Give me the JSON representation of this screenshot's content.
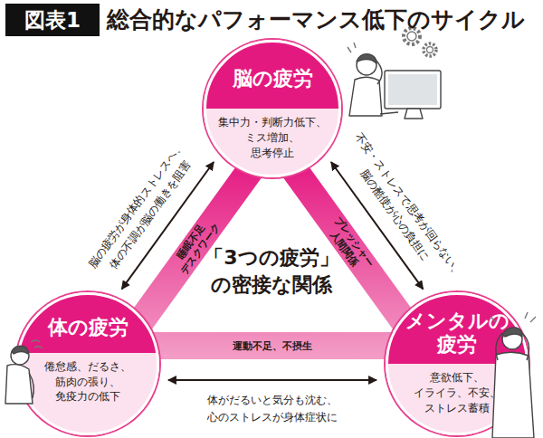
{
  "diagram": {
    "title": "総合的なパフォーマンス低下のサイクル",
    "nodes": [
      {
        "text": [
          "脳の疲労",
          "集中力・判断力低下、 ミス増加、 思考停止"
        ]
      },
      {
        "text": [
          "体の疲労",
          "倦怠感、だるさ、 筋肉の張り、 免疫力の低下"
        ]
      },
      {
        "text": [
          "メンタルの 疲労",
          "意欲低下、 イライラ、不安、 ストレス蓄積"
        ]
      }
    ],
    "edges": [
      {
        "from": 0,
        "to": 1,
        "arrow": "none",
        "label": "睡眠不足 デスクワーク"
      },
      {
        "from": 0,
        "to": 1,
        "arrow": "both",
        "label": "脳の疲労が身体的ストレスへ、 体の不調が脳の働きを阻害"
      },
      {
        "from": 0,
        "to": 2,
        "arrow": "none",
        "label": "プレッシャー 人間関係"
      },
      {
        "from": 0,
        "to": 2,
        "arrow": "both",
        "label": "不安・ストレスで思考が回らない、 脳の酷使が心の負担に"
      },
      {
        "from": 1,
        "to": 2,
        "arrow": "none",
        "label": "運動不足、不摂生"
      },
      {
        "from": 1,
        "to": 2,
        "arrow": "both",
        "label": "体がだるいと気分も沈む、 心のストレスが身体症状に"
      }
    ],
    "labels": [
      "図表1",
      "「3つの疲労」 の密接な関係"
    ]
  }
}
